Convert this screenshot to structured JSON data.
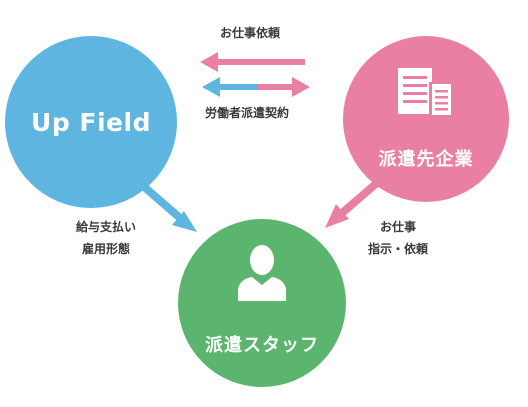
{
  "nodes": {
    "upfield": {
      "label": "Up Field",
      "color": "#5eb6e0"
    },
    "client": {
      "label": "派遣先企業",
      "color": "#ea7fa4",
      "icon": "document-icon"
    },
    "staff": {
      "label": "派遣スタッフ",
      "color": "#5cb56e",
      "icon": "person-icon"
    }
  },
  "edges": {
    "request": {
      "label": "お仕事依頼",
      "from": "client",
      "to": "upfield",
      "color": "#ea7fa4"
    },
    "contract": {
      "label": "労働者派遣契約",
      "between": [
        "upfield",
        "client"
      ],
      "colors": [
        "#5eb6e0",
        "#ea7fa4"
      ]
    },
    "salary": {
      "line1": "給与支払い",
      "line2": "雇用形態",
      "from": "upfield",
      "to": "staff",
      "color": "#5eb6e0"
    },
    "instruction": {
      "line1": "お仕事",
      "line2": "指示・依頼",
      "from": "client",
      "to": "staff",
      "color": "#ea7fa4"
    }
  }
}
